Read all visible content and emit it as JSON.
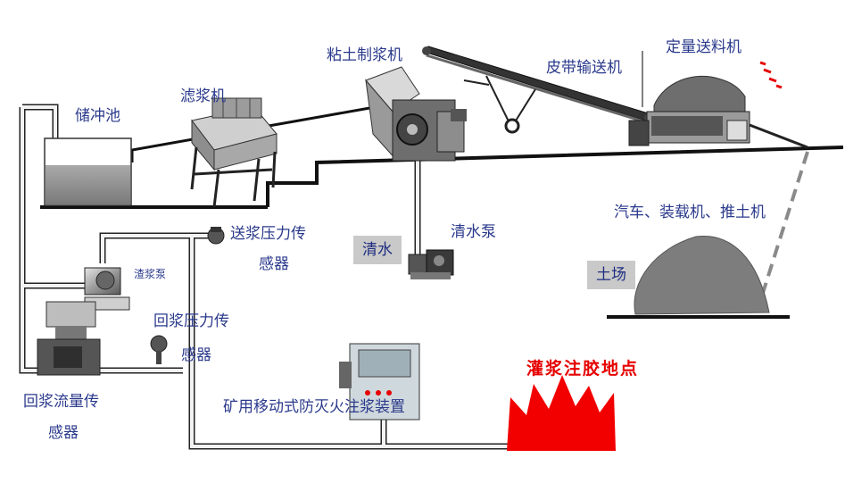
{
  "labels": {
    "storage_pool": "储冲池",
    "filter_machine": "滤浆机",
    "clay_slurry_machine": "粘土制浆机",
    "belt_conveyor": "皮带输送机",
    "quantitative_feeder": "定量送料机",
    "vehicles": "汽车、装载机、推土机",
    "clear_water": "清水",
    "clear_water_pump": "清水泵",
    "soil_yard": "土场",
    "supply_pressure_sensor_line1": "送浆压力传",
    "supply_pressure_sensor_line2": "感器",
    "slurry_pump": "渣浆泵",
    "return_pressure_sensor_line1": "回浆压力传",
    "return_pressure_sensor_line2": "感器",
    "return_flow_sensor_line1": "回浆流量传",
    "return_flow_sensor_line2": "感器",
    "grouting_device": "矿用移动式防灭火注浆装置",
    "grouting_site": "灌浆注胶地点"
  },
  "colors": {
    "label_text": "#2b3a8c",
    "accent_red": "#e60000",
    "pipe_dark": "#111111",
    "equipment_gray": "#8a8a8a",
    "soil_gray": "#7d7d7d"
  }
}
